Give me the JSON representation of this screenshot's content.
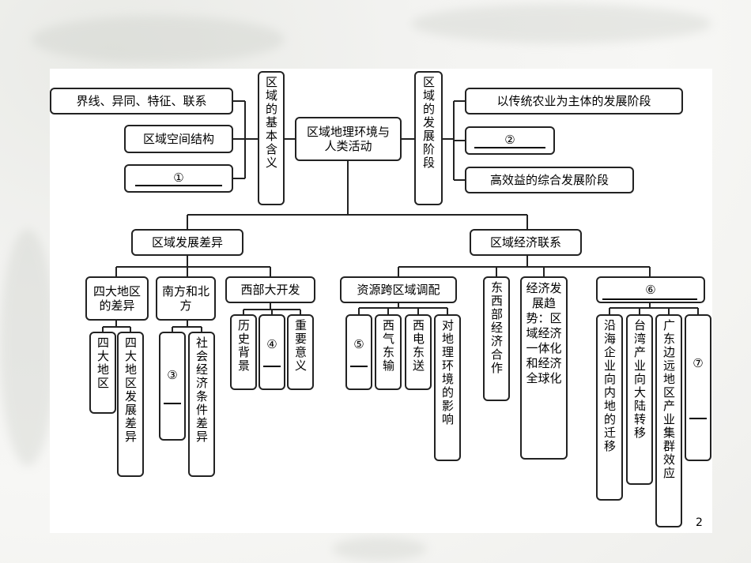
{
  "center": "区域地理环境与人类活动",
  "basic": {
    "title": "区域的基本含义",
    "items": [
      "界线、异同、特征、联系",
      "区域空间结构"
    ],
    "blank": "①"
  },
  "development": {
    "title": "区域的发展阶段",
    "items": [
      "以传统农业为主体的发展阶段",
      "高效益的综合发展阶段"
    ],
    "blank": "②"
  },
  "difference": {
    "title": "区域发展差异",
    "groups": {
      "g1": {
        "title": "四大地区的差异",
        "children": [
          "四大地区",
          "四大地区发展差异"
        ]
      },
      "g2": {
        "title": "南方和北方",
        "blank": "③",
        "child": "社会经济条件差异"
      },
      "g3": {
        "title": "西部大开发",
        "children": [
          "历史背景",
          "重要意义"
        ],
        "blank": "④"
      }
    }
  },
  "linkage": {
    "title": "区域经济联系",
    "resource": {
      "title": "资源跨区域调配",
      "blank": "⑤",
      "children": [
        "西气东输",
        "西电东送",
        "对地理环境的影响"
      ]
    },
    "coop": "东西部经济合作",
    "trend": "经济发展趋势：区域经济一体化和经济全球化",
    "g6": {
      "blank": "⑥",
      "children": [
        "沿海企业向内地的迁移",
        "台湾产业向大陆转移",
        "广东边远地区产业集群效应"
      ],
      "blank7": "⑦"
    }
  },
  "page_number": "2"
}
